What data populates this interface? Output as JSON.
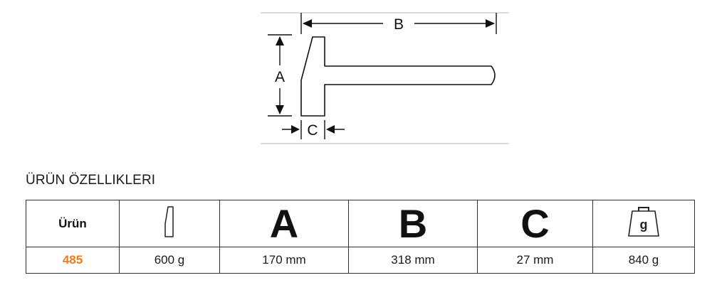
{
  "diagram": {
    "label_a": "A",
    "label_b": "B",
    "label_c": "C"
  },
  "section": {
    "title": "ÜRÜN ÖZELLIKLERI"
  },
  "table": {
    "headers": {
      "product": "Ürün",
      "head_weight_icon": "hammer-head-icon",
      "a": "A",
      "b": "B",
      "c": "C",
      "weight_icon": "weight-icon",
      "weight_glyph": "g"
    },
    "rows": [
      {
        "product": "485",
        "head_weight": "600 g",
        "a": "170 mm",
        "b": "318 mm",
        "c": "27 mm",
        "total_weight": "840 g"
      }
    ]
  },
  "colors": {
    "product_code": "#ee7c1e",
    "border": "#333333"
  }
}
